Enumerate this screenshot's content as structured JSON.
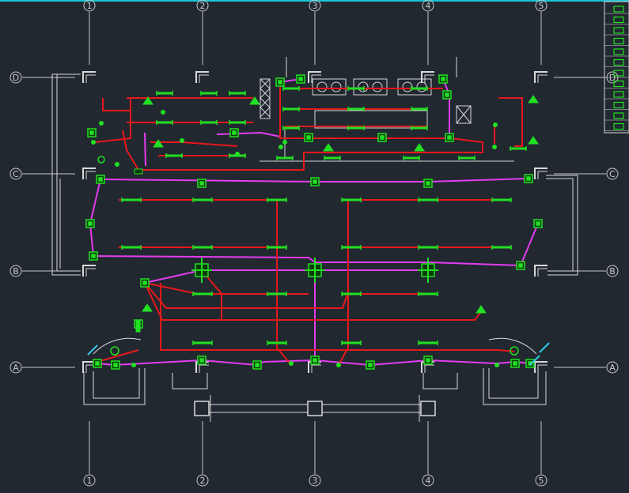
{
  "theme": {
    "background": "#212830",
    "grid_line": "#c7c7c7",
    "wall": "#d9d9d9",
    "circuit_red": "#e8181b",
    "circuit_magenta": "#e43cf0",
    "device_green": "#22e022",
    "device_dark": "#0a3b0a",
    "accent_cyan": "#33c9e6",
    "top_rule": "#18c6d6"
  },
  "axes": {
    "columns": [
      "1",
      "2",
      "3",
      "4",
      "5"
    ],
    "rows": [
      "D",
      "C",
      "B",
      "A"
    ]
  },
  "legend": {
    "icons": [
      "junction-box-icon",
      "switch-icon",
      "socket-icon",
      "panel-icon",
      "distribution-box-icon",
      "outlet-icon",
      "fan-icon",
      "lamp-icon",
      "wall-lamp-icon",
      "double-lamp-icon",
      "fluorescent-icon",
      "exit-sign-icon"
    ]
  }
}
